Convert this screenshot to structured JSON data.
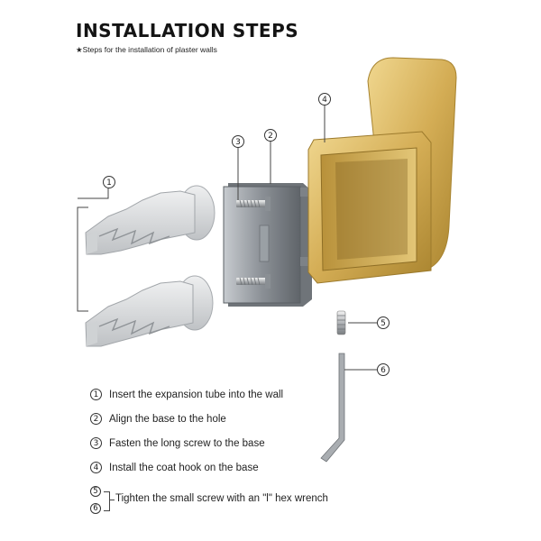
{
  "header": {
    "title": "INSTALLATION STEPS",
    "subtitle": "★Steps for the installation of plaster walls"
  },
  "callouts": {
    "c1": "1",
    "c2": "2",
    "c3": "3",
    "c4": "4",
    "c5": "5",
    "c6": "6"
  },
  "steps": [
    {
      "num": "1",
      "text": "Insert the expansion tube into the wall"
    },
    {
      "num": "2",
      "text": "Align the base to the hole"
    },
    {
      "num": "3",
      "text": "Fasten the long screw to the base"
    },
    {
      "num": "4",
      "text": "Install the coat hook on the base"
    }
  ],
  "combined_step": {
    "nums": [
      "5",
      "6"
    ],
    "text": "Tighten the small screw with an \"l\" hex wrench"
  },
  "colors": {
    "gold": "#c9a24a",
    "gold_dark": "#9c7a2c",
    "steel": "#8e9399",
    "anchor": "#d9dbdd"
  }
}
